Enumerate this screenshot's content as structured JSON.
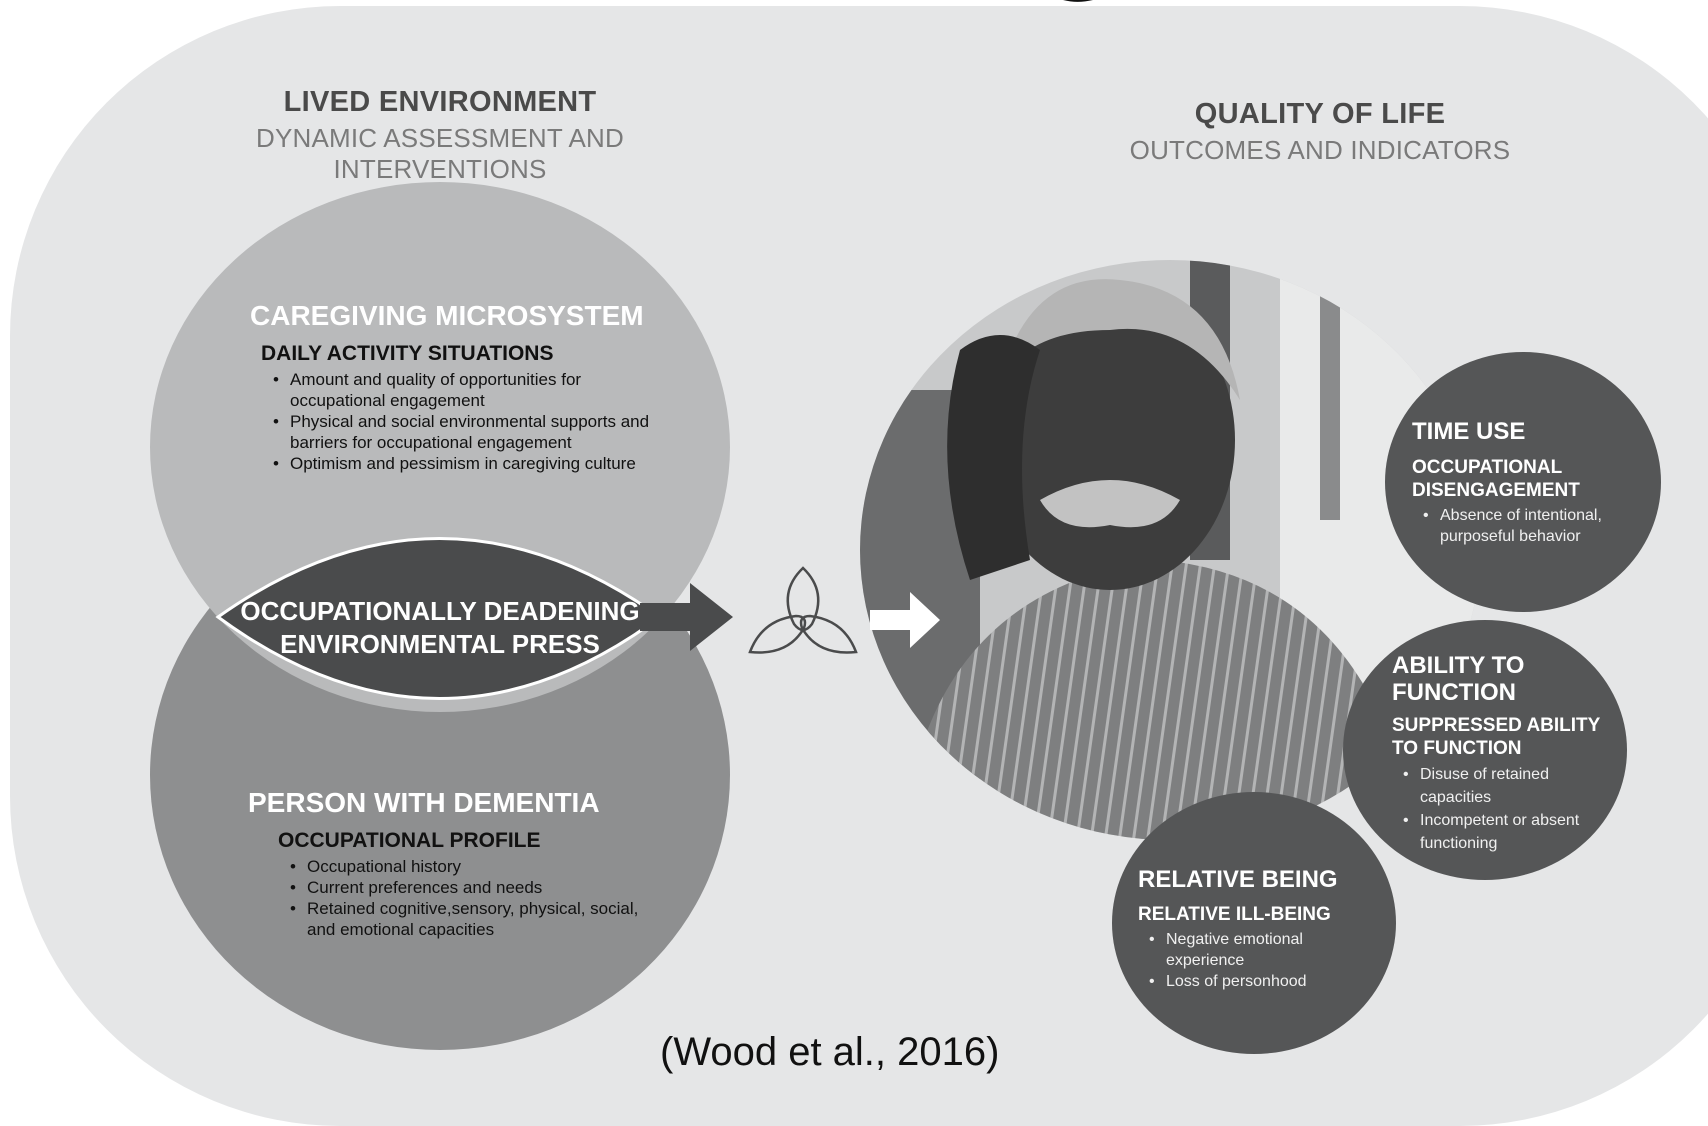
{
  "page_title_partial": "p                 y                   g",
  "left_header": {
    "title": "LIVED ENVIRONMENT",
    "subtitle": "DYNAMIC ASSESSMENT AND INTERVENTIONS"
  },
  "right_header": {
    "title": "QUALITY OF LIFE",
    "subtitle": "OUTCOMES AND INDICATORS"
  },
  "caregiving": {
    "title": "CAREGIVING MICROSYSTEM",
    "subtitle": "DAILY ACTIVITY SITUATIONS",
    "bullets": [
      "Amount and quality of opportunities for occupational engagement",
      "Physical and social environmental supports and barriers for occupational engagement",
      "Optimism and pessimism in caregiving culture"
    ]
  },
  "press": {
    "line1": "OCCUPATIONALLY DEADENING",
    "line2": "ENVIRONMENTAL PRESS"
  },
  "person": {
    "title": "PERSON WITH DEMENTIA",
    "subtitle": "OCCUPATIONAL PROFILE",
    "bullets": [
      "Occupational history",
      "Current preferences and needs",
      "Retained cognitive,sensory, physical, social, and emotional capacities"
    ]
  },
  "time_use": {
    "title": "TIME USE",
    "subtitle": "OCCUPATIONAL DISENGAGEMENT",
    "bullets": [
      "Absence of intentional, purposeful behavior"
    ]
  },
  "ability": {
    "title": "ABILITY TO FUNCTION",
    "subtitle": "SUPPRESSED ABILITY TO FUNCTION",
    "bullets": [
      "Disuse of retained capacities",
      "Incompetent or absent functioning"
    ]
  },
  "relative": {
    "title": "RELATIVE BEING",
    "subtitle": "RELATIVE ILL-BEING",
    "bullets": [
      "Negative emotional experience",
      "Loss of personhood"
    ]
  },
  "citation": "(Wood et al., 2016)",
  "colors": {
    "background": "#e5e6e7",
    "caregiving_circle": "#b9babb",
    "person_circle": "#8e8f90",
    "press_eye": "#4a4b4c",
    "outcome_circles": "#555657"
  },
  "icons": {
    "center_symbol": "triquetra-icon",
    "photo": "elderly-man-photo"
  }
}
